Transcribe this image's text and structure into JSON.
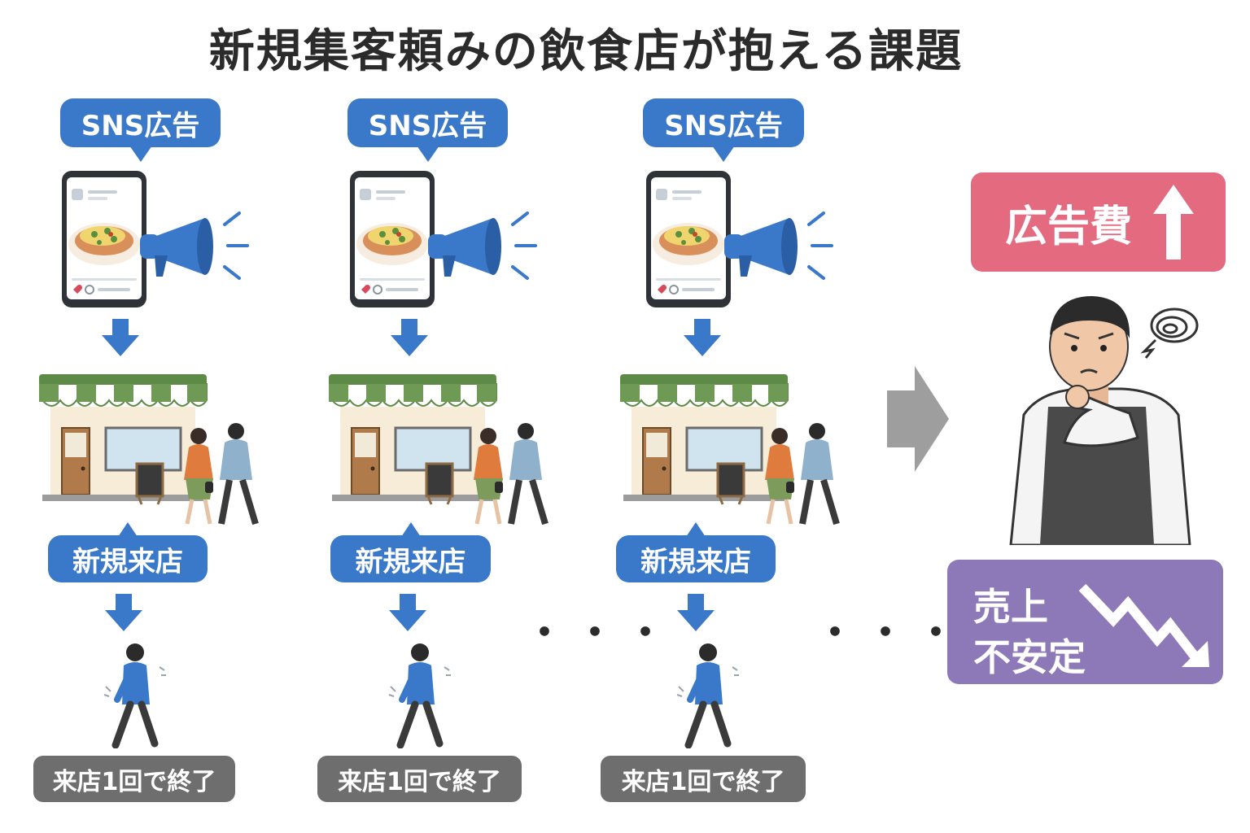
{
  "title": "新規集客頼みの飲食店が抱える課題",
  "flows": [
    {
      "ad_label": "SNS広告",
      "visit_label": "新規来店",
      "end_label": "来店1回で終了"
    },
    {
      "ad_label": "SNS広告",
      "visit_label": "新規来店",
      "end_label": "来店1回で終了"
    },
    {
      "ad_label": "SNS広告",
      "visit_label": "新規来店",
      "end_label": "来店1回で終了"
    }
  ],
  "ellipsis": "・・・",
  "result": {
    "cost_label": "広告費",
    "cost_trend_icon": "arrow-up-icon",
    "sales_line1": "売上",
    "sales_line2": "不安定",
    "sales_trend_icon": "zigzag-down-icon"
  },
  "colors": {
    "accent_blue": "#3a78c9",
    "cost_pink": "#e46a80",
    "sales_purple": "#8e79b8",
    "end_gray": "#6e6e6e",
    "awning_green": "#6f9a56"
  }
}
